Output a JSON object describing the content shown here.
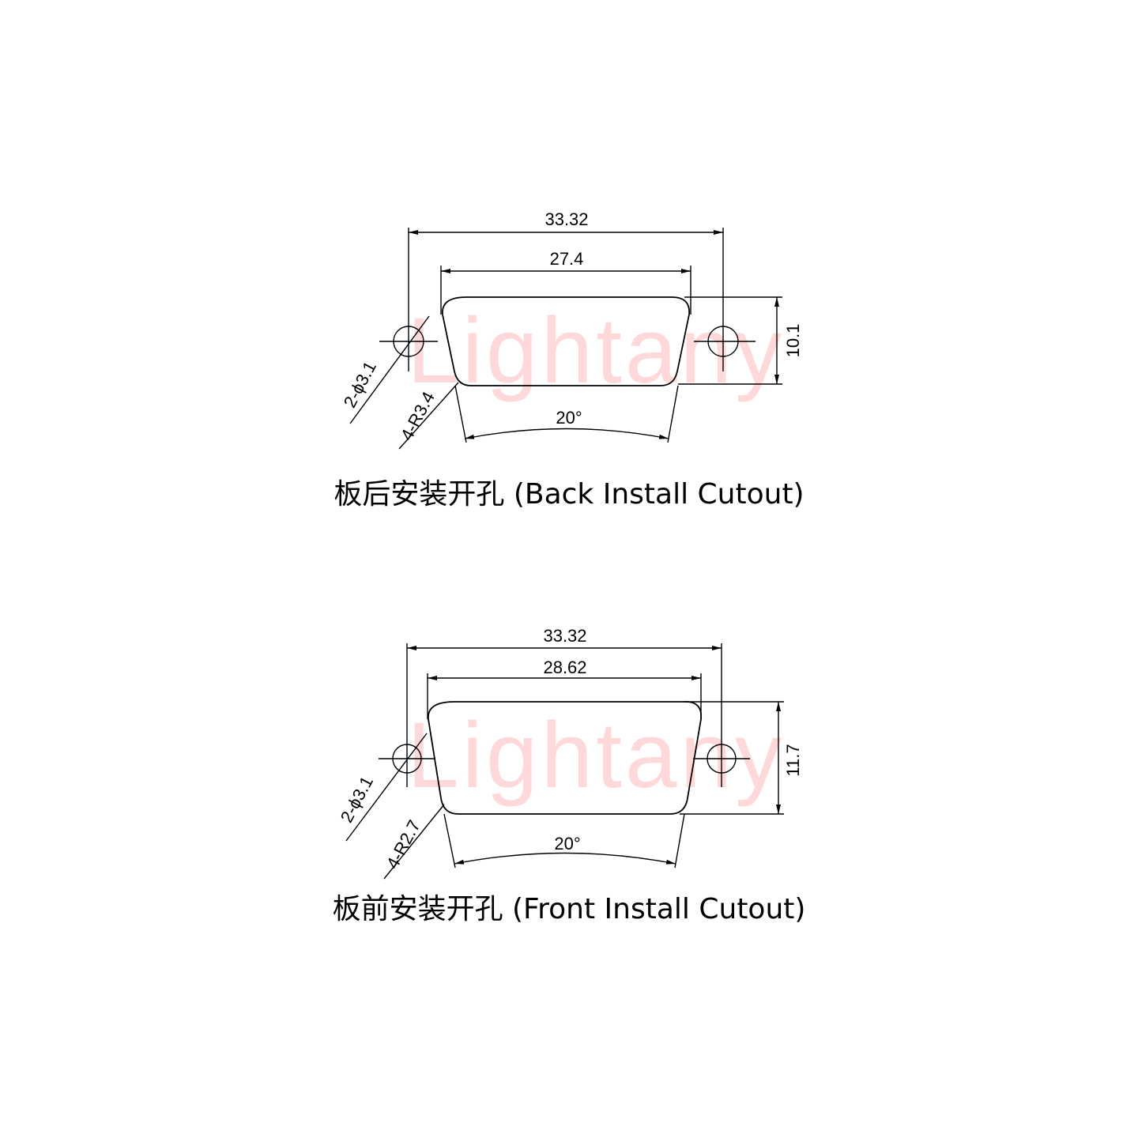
{
  "watermark": "Lightany",
  "back_cutout": {
    "caption": "板后安装开孔 (Back Install Cutout)",
    "overall_width": "33.32",
    "cutout_width": "27.4",
    "height": "10.1",
    "hole_callout": "2-ϕ3.1",
    "radius_callout": "4-R3.4",
    "angle": "20°"
  },
  "front_cutout": {
    "caption": "板前安装开孔 (Front Install Cutout)",
    "overall_width": "33.32",
    "cutout_width": "28.62",
    "height": "11.7",
    "hole_callout": "2-ϕ3.1",
    "radius_callout": "4-R2.7",
    "angle": "20°"
  }
}
